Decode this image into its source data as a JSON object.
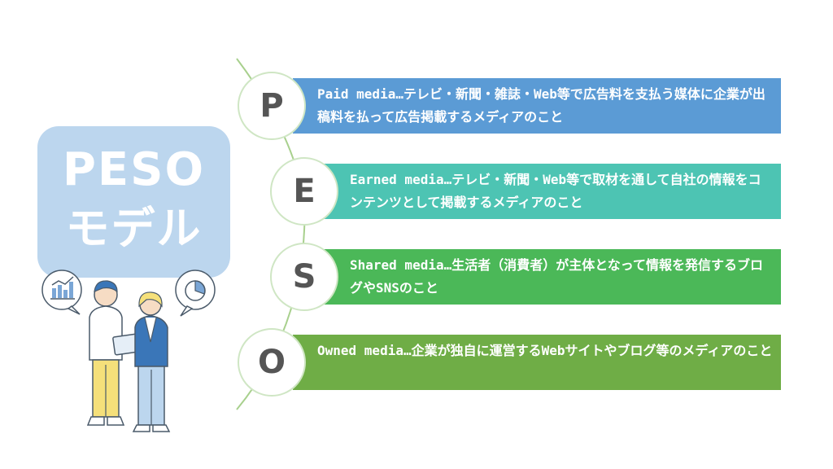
{
  "title": {
    "line1": "PESO",
    "line2": "モデル"
  },
  "items": [
    {
      "letter": "P",
      "text": "Paid media…テレビ・新聞・雑誌・Web等で広告料を支払う媒体に企業が出稿料を払って広告掲載するメディアのこと",
      "color": "#5b9bd5"
    },
    {
      "letter": "E",
      "text": "Earned media…テレビ・新聞・Web等で取材を通して自社の情報をコンテンツとして掲載するメディアのこと",
      "color": "#4dc4b3"
    },
    {
      "letter": "S",
      "text": "Shared media…生活者（消費者）が主体となって情報を発信するブログやSNSのこと",
      "color": "#4bb858"
    },
    {
      "letter": "O",
      "text": "Owned media…企業が独自に運営するWebサイトやブログ等のメディアのこと",
      "color": "#6fad46"
    }
  ],
  "colors": {
    "title_box": "#bcd6ee",
    "curve": "#a8d08d",
    "circle_border": "#cfe6c4"
  },
  "icons": {
    "illustration": "two-business-people-illustration",
    "left_bubble": "bar-chart-icon",
    "right_bubble": "pie-chart-icon"
  }
}
